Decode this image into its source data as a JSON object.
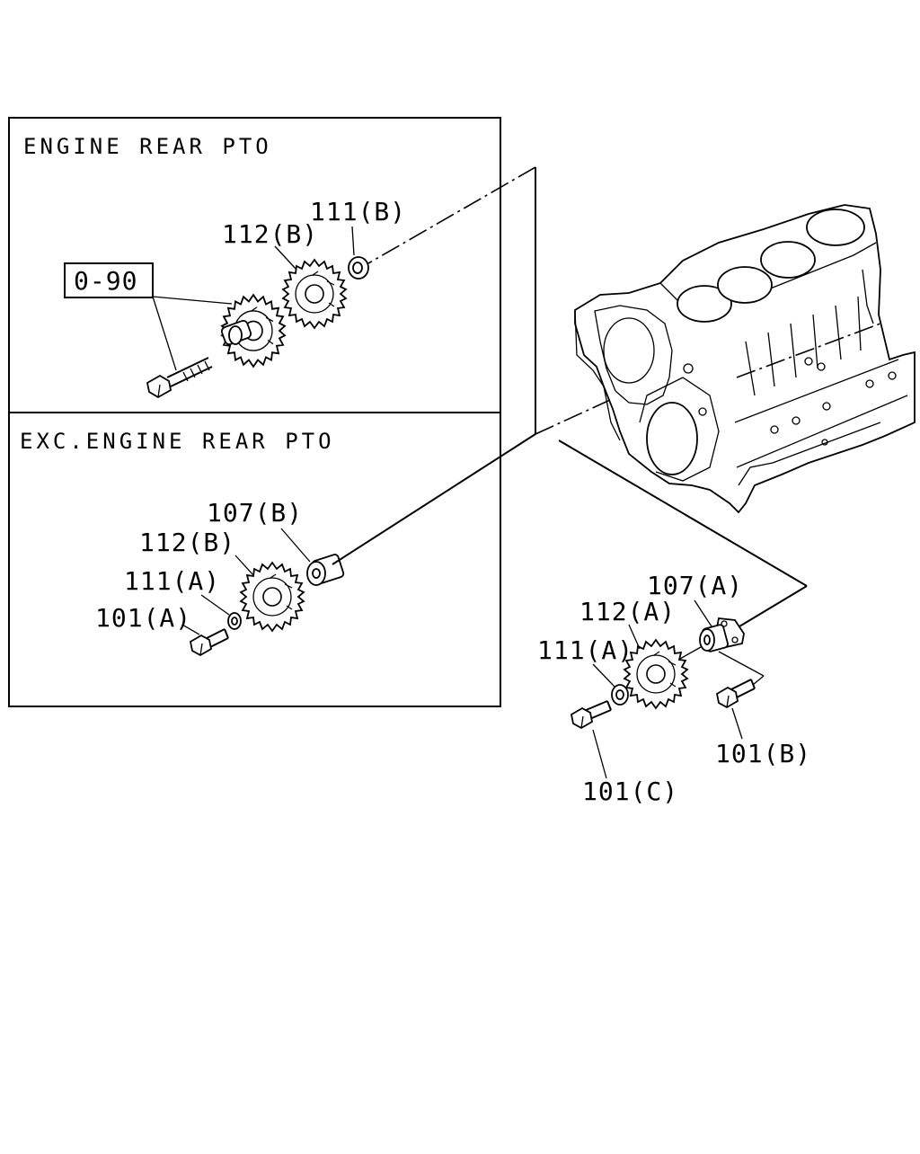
{
  "panels": {
    "engine_rear_pto": {
      "title": "ENGINE REAR PTO",
      "ref_box": "0-90",
      "labels": {
        "l111b": "111(B)",
        "l112b": "112(B)"
      }
    },
    "exc_engine_rear_pto": {
      "title": "EXC.ENGINE REAR PTO",
      "labels": {
        "l107b": "107(B)",
        "l112b": "112(B)",
        "l111a": "111(A)",
        "l101a": "101(A)"
      }
    }
  },
  "main": {
    "labels": {
      "l107a": "107(A)",
      "l112a": "112(A)",
      "l111a": "111(A)",
      "l101b": "101(B)",
      "l101c": "101(C)"
    }
  }
}
